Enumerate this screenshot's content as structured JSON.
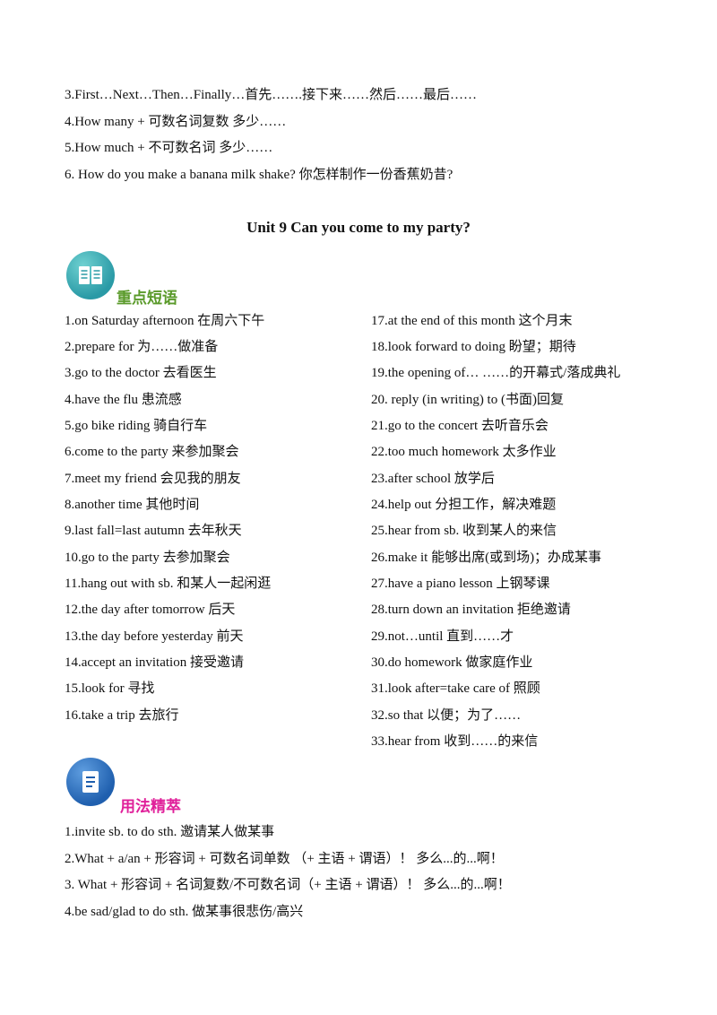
{
  "intro_lines": [
    "3.First…Next…Then…Finally…首先…….接下来……然后……最后……",
    "4.How  many  +  可数名词复数      多少……",
    "5.How  much  +  不可数名词         多少……",
    "6.  How do you make a banana milk shake?    你怎样制作一份香蕉奶昔?"
  ],
  "unit_title": "Unit 9 Can you come to my party?",
  "section1": {
    "title": "重点短语",
    "icon": "book-icon",
    "color": "#5a9a2a",
    "left_column": [
      "1.on Saturday afternoon 在周六下午",
      "2.prepare for 为……做准备",
      "3.go to the doctor 去看医生",
      "4.have the flu 患流感",
      "5.go   bike   riding 骑自行车",
      "6.come to the party 来参加聚会",
      "7.meet my friend 会见我的朋友",
      "8.another time 其他时间",
      "9.last fall=last autumn 去年秋天",
      "10.go to the party 去参加聚会",
      "11.hang out with sb.  和某人一起闲逛",
      "12.the day after tomorrow 后天",
      "13.the day before yesterday 前天",
      "14.accept an invitation 接受邀请",
      "15.look for 寻找",
      "16.take a trip 去旅行"
    ],
    "right_column": [
      "17.at the end of this month 这个月末",
      "18.look forward to  doing 盼望；期待",
      "19.the opening of…    ……的开幕式/落成典礼",
      "20. reply  (in writing)  to  (书面)回复",
      "21.go to the concert 去听音乐会",
      "22.too much homework 太多作业",
      "23.after school 放学后",
      "24.help out 分担工作，解决难题",
      "25.hear from sb.  收到某人的来信",
      "26.make  it 能够出席(或到场)；办成某事",
      "27.have a piano lesson 上钢琴课",
      "28.turn down an invitation 拒绝邀请",
      "29.not…until 直到……才",
      "30.do homework 做家庭作业",
      "31.look after=take care of 照顾",
      "32.so that  以便；为了……",
      "33.hear from    收到……的来信"
    ]
  },
  "section2": {
    "title": "用法精萃",
    "icon": "document-list-icon",
    "color": "#e0209a",
    "lines": [
      "1.invite sb. to do sth.  邀请某人做某事",
      "2.What + a/an +  形容词  +  可数名词单数   （+  主语  +  谓语）！ 多么...的...啊！",
      "3.  What +  形容词  +  名词复数/不可数名词（+  主语  +  谓语）！ 多么...的...啊！",
      "4.be sad/glad  to do sth.    做某事很悲伤/高兴"
    ]
  }
}
